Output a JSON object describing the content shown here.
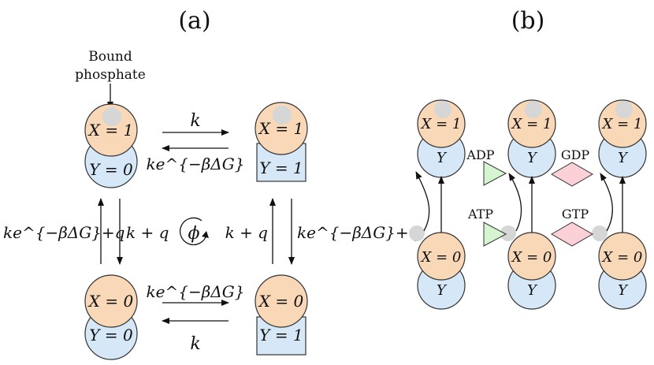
{
  "panels": {
    "a": {
      "label": "(a)",
      "annotation": "Bound phosphate",
      "annotation_lines": [
        "Bound",
        "phosphate"
      ],
      "states": {
        "top_left": {
          "x": "X = 1",
          "y": "Y = 0"
        },
        "top_right": {
          "x": "X = 1",
          "y": "Y = 1"
        },
        "bottom_left": {
          "x": "X = 0",
          "y": "Y = 0"
        },
        "bottom_right": {
          "x": "X = 0",
          "y": "Y = 1"
        }
      },
      "rates": {
        "top_forward": "k",
        "top_backward": "ke^{−βΔG}",
        "bottom_forward": "ke^{−βΔG}",
        "bottom_backward": "k",
        "left_up": "ke^{−βΔG}+q",
        "left_down": "k + q",
        "right_up": "k + q",
        "right_down": "ke^{−βΔG}+q"
      },
      "cycle_symbol": "ϕ"
    },
    "b": {
      "label": "(b)",
      "top_states": [
        {
          "x": "X = 1",
          "y": "Y"
        },
        {
          "x": "X = 1",
          "y": "Y"
        },
        {
          "x": "X = 1",
          "y": "Y"
        }
      ],
      "bottom_states": [
        {
          "x": "X = 0",
          "y": "Y"
        },
        {
          "x": "X = 0",
          "y": "Y"
        },
        {
          "x": "X = 0",
          "y": "Y"
        }
      ],
      "molecules": {
        "adp": "ADP",
        "atp": "ATP",
        "gdp": "GDP",
        "gtp": "GTP"
      }
    }
  },
  "colors": {
    "x_circle": "#f9d8b8",
    "y_circle": "#d6e8f8",
    "phosphate": "#d6d6d6",
    "adp_atp": "#d5f5d0",
    "gdp_gtp": "#fbd0d6",
    "stroke": "#333333"
  }
}
